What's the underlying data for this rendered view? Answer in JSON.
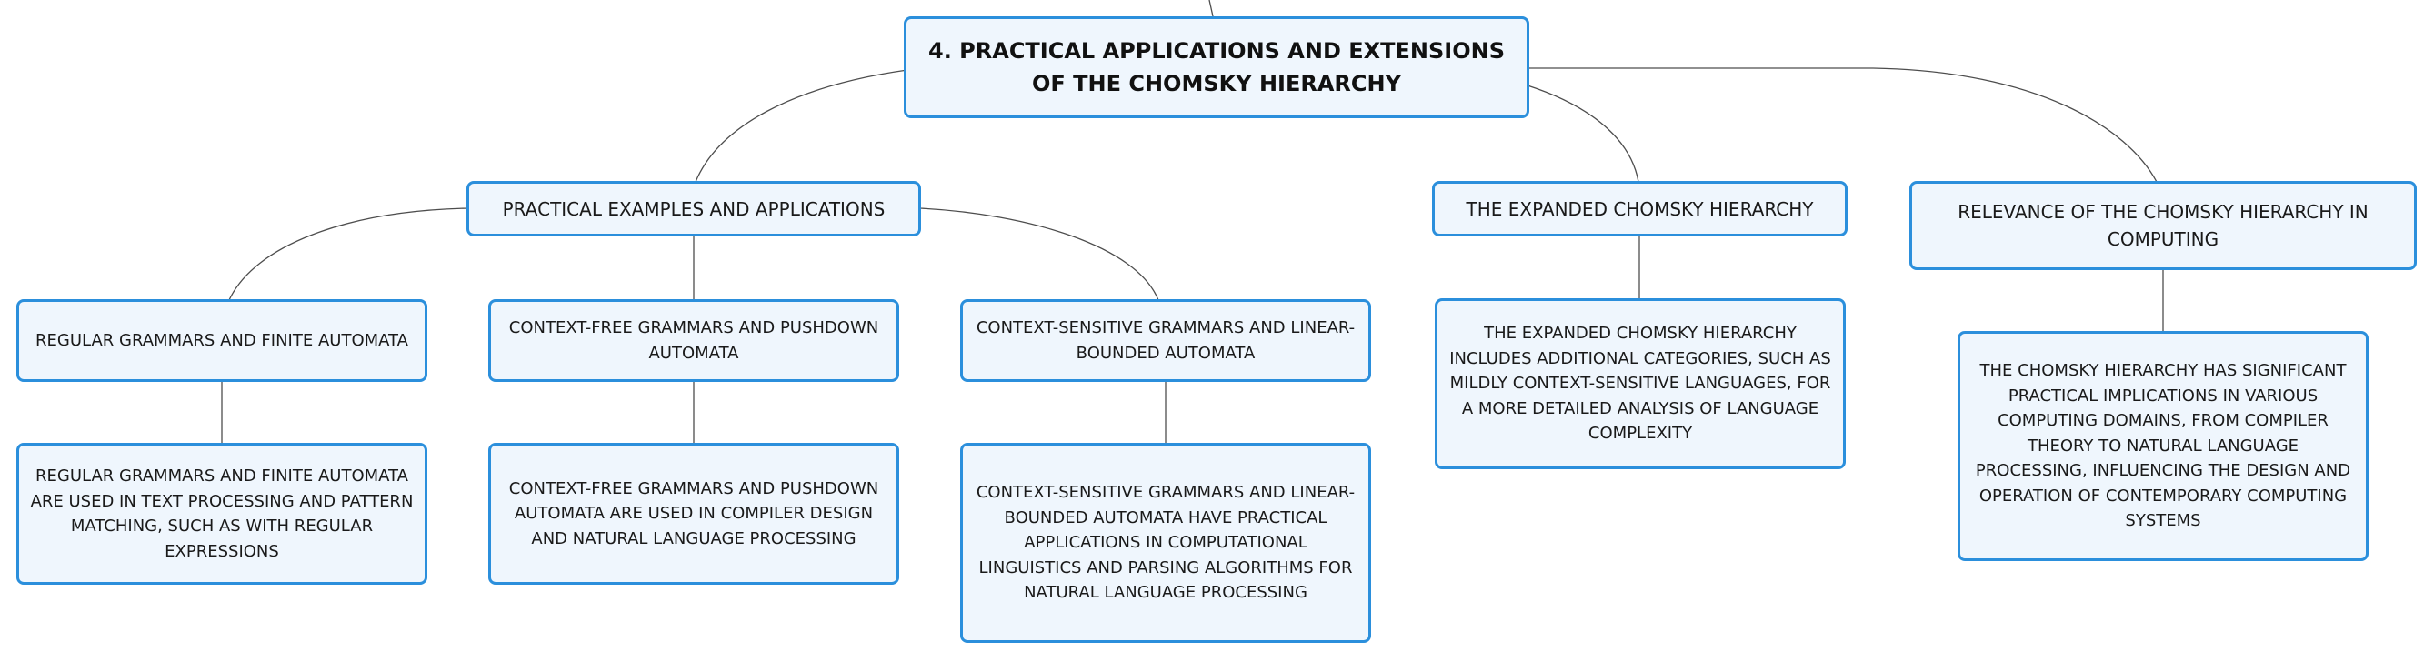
{
  "colors": {
    "node_border": "#2b8fdc",
    "node_fill": "#eff6fd",
    "connector": "#4d4d4d",
    "text": "#1a1a1a"
  },
  "root": {
    "label": "4. PRACTICAL APPLICATIONS AND EXTENSIONS OF THE CHOMSKY HIERARCHY"
  },
  "practical": {
    "label": "PRACTICAL EXAMPLES AND APPLICATIONS",
    "regular": {
      "label": "REGULAR GRAMMARS AND FINITE AUTOMATA",
      "detail": "REGULAR GRAMMARS AND FINITE AUTOMATA ARE USED IN TEXT PROCESSING AND PATTERN MATCHING, SUCH AS WITH REGULAR EXPRESSIONS"
    },
    "context_free": {
      "label": "CONTEXT-FREE GRAMMARS AND PUSHDOWN AUTOMATA",
      "detail": "CONTEXT-FREE GRAMMARS AND PUSHDOWN AUTOMATA ARE USED IN COMPILER DESIGN AND NATURAL LANGUAGE PROCESSING"
    },
    "context_sensitive": {
      "label": "CONTEXT-SENSITIVE GRAMMARS AND LINEAR-BOUNDED AUTOMATA",
      "detail": "CONTEXT-SENSITIVE GRAMMARS AND LINEAR-BOUNDED AUTOMATA HAVE PRACTICAL APPLICATIONS IN COMPUTATIONAL LINGUISTICS AND PARSING ALGORITHMS FOR NATURAL LANGUAGE PROCESSING"
    }
  },
  "expanded": {
    "label": "THE EXPANDED CHOMSKY HIERARCHY",
    "detail": "THE EXPANDED CHOMSKY HIERARCHY INCLUDES ADDITIONAL CATEGORIES, SUCH AS MILDLY CONTEXT-SENSITIVE LANGUAGES, FOR A MORE DETAILED ANALYSIS OF LANGUAGE COMPLEXITY"
  },
  "relevance": {
    "label": "RELEVANCE OF THE CHOMSKY HIERARCHY IN COMPUTING",
    "detail": "THE CHOMSKY HIERARCHY HAS SIGNIFICANT PRACTICAL IMPLICATIONS IN VARIOUS COMPUTING DOMAINS, FROM COMPILER THEORY TO NATURAL LANGUAGE PROCESSING, INFLUENCING THE DESIGN AND OPERATION OF CONTEMPORARY COMPUTING SYSTEMS"
  }
}
